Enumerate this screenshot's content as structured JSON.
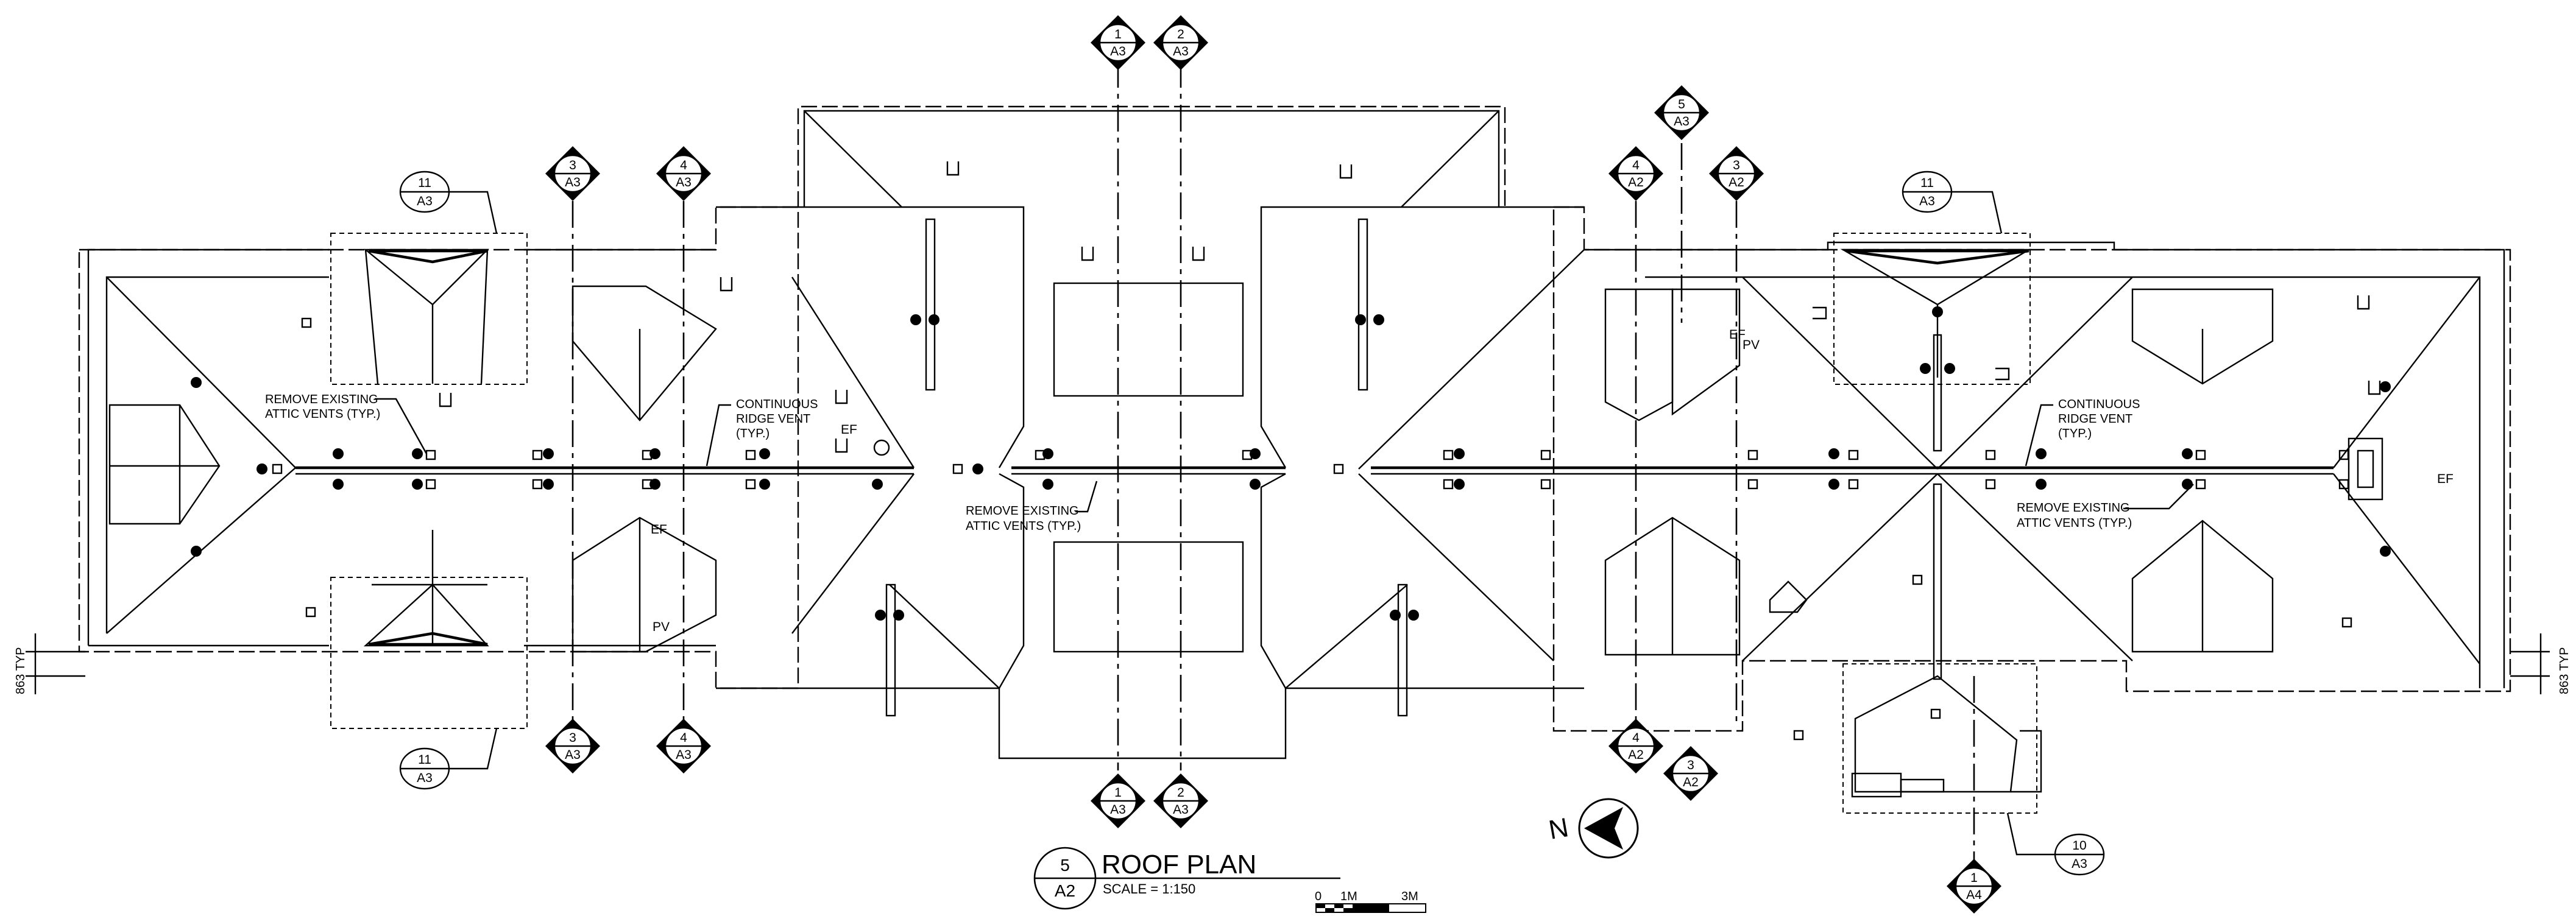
{
  "drawing": {
    "title": "ROOF PLAN",
    "scale": "SCALE = 1:150",
    "number": "5",
    "sheet": "A2",
    "scale_bar": [
      "0",
      "1M",
      "3M"
    ],
    "north": "N"
  },
  "notes": {
    "remove_vents_1": [
      "REMOVE EXISTING",
      "ATTIC VENTS (TYP.)"
    ],
    "ridge_vent_1": [
      "CONTINUOUS",
      "RIDGE VENT",
      "(TYP.)"
    ],
    "remove_vents_2": [
      "REMOVE EXISTING",
      "ATTIC VENTS (TYP.)"
    ],
    "ridge_vent_2": [
      "CONTINUOUS",
      "RIDGE VENT",
      "(TYP.)"
    ],
    "remove_vents_3": [
      "REMOVE EXISTING",
      "ATTIC VENTS (TYP.)"
    ]
  },
  "symbols": {
    "ef": "EF",
    "pv": "PV"
  },
  "dimension": "863 TYP",
  "section_markers": [
    {
      "num": "1",
      "sheet": "A3"
    },
    {
      "num": "2",
      "sheet": "A3"
    },
    {
      "num": "3",
      "sheet": "A3"
    },
    {
      "num": "4",
      "sheet": "A3"
    },
    {
      "num": "3",
      "sheet": "A3"
    },
    {
      "num": "4",
      "sheet": "A3"
    },
    {
      "num": "1",
      "sheet": "A3"
    },
    {
      "num": "2",
      "sheet": "A3"
    },
    {
      "num": "5",
      "sheet": "A3"
    },
    {
      "num": "4",
      "sheet": "A2"
    },
    {
      "num": "3",
      "sheet": "A2"
    },
    {
      "num": "4",
      "sheet": "A2"
    },
    {
      "num": "3",
      "sheet": "A2"
    },
    {
      "num": "1",
      "sheet": "A4"
    }
  ],
  "detail_callouts": [
    {
      "num": "11",
      "sheet": "A3"
    },
    {
      "num": "11",
      "sheet": "A3"
    },
    {
      "num": "11",
      "sheet": "A3"
    },
    {
      "num": "10",
      "sheet": "A3"
    }
  ]
}
